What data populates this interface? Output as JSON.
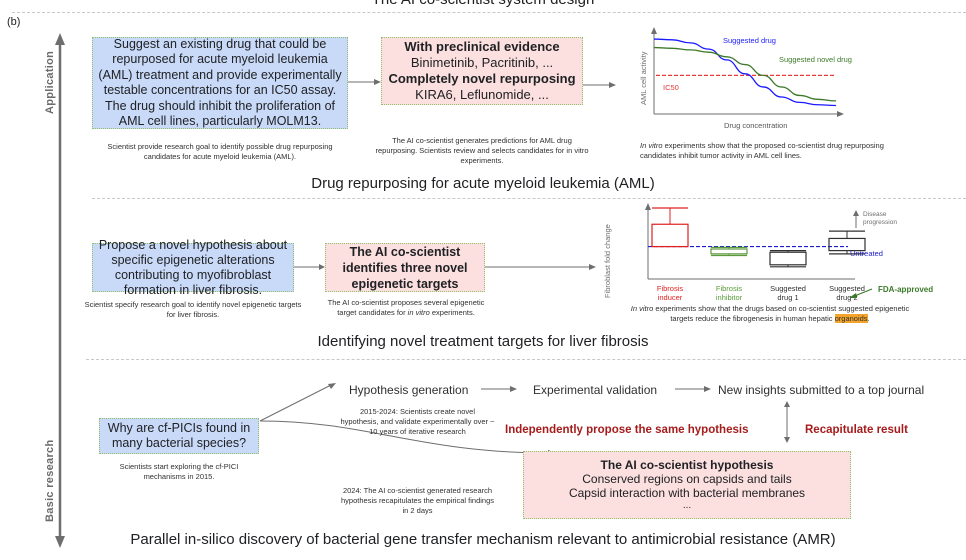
{
  "figure": {
    "top_title": "The AI co-scientist system design",
    "panel_label": "(b)",
    "axis": {
      "top_label": "Application",
      "bottom_label": "Basic research"
    }
  },
  "aml": {
    "goal_box": "Suggest an existing drug that could be repurposed for acute myeloid leukemia (AML) treatment and provide experimentally testable concentrations for an IC50 assay. The drug should inhibit the proliferation of AML cell lines, particularly MOLM13.",
    "goal_caption": "Scientist provide research goal to identify possible drug repurposing candidates for acute myeloid leukemia (AML).",
    "prediction_box": {
      "heading1": "With preclinical evidence",
      "line1": "Binimetinib, Pacritinib, ...",
      "heading2": "Completely novel repurposing",
      "line2": "KIRA6, Leflunomide, ..."
    },
    "prediction_caption": "The AI co-scientist generates predictions for AML drug repurposing. Scientists review and selects candidates for in vitro experiments.",
    "result_caption_italic": "In vitro",
    "result_caption_rest": " experiments show that the proposed co-scientist drug repurposing candidates inhibit tumor activity in AML cell lines.",
    "section_title": "Drug repurposing for acute myeloid leukemia (AML)"
  },
  "fibrosis": {
    "goal_box": "Propose a novel hypothesis about specific epigenetic alterations contributing to myofibroblast formation in liver fibrosis.",
    "goal_caption": "Scientist specify research goal to identify novel epigenetic targets for liver fibrosis.",
    "target_box": "The AI co-scientist identifies three novel epigenetic targets",
    "target_caption_pre": "The AI co-scientist proposes several epigenetic target candidates for ",
    "target_caption_italic": "in vitro",
    "target_caption_post": " experiments.",
    "result_caption_italic": "In vitro",
    "result_caption_mid": " experiments show that the drugs based on co-scientist suggested epigenetic targets reduce the fibrogenesis in human hepatic ",
    "result_caption_highlight": "organoids",
    "result_caption_end": ".",
    "section_title": "Identifying novel treatment targets for liver fibrosis"
  },
  "amr": {
    "question_box": "Why are cf-PICIs found in many bacterial species?",
    "question_caption": "Scientists start exploring the cf-PICI mechanisms in 2015.",
    "flow": [
      "Hypothesis generation",
      "Experimental validation",
      "New insights submitted to a top journal"
    ],
    "human_caption": "2015-2024: Scientists create novel hypothesis, and validate experimentally over ~ 10 years of iterative research",
    "ai_caption": "2024: The AI co-scientist generated research  hypothesis recapitulates the empirical findings in 2 days",
    "red_left": "Independently propose the same hypothesis",
    "red_right": "Recapitulate result",
    "hypothesis_box": {
      "heading": "The AI co-scientist hypothesis",
      "line1": "Conserved regions on capsids and tails",
      "line2": "Capsid interaction with bacterial membranes",
      "line3": "..."
    },
    "section_title": "Parallel in-silico discovery of bacterial gene transfer mechanism relevant to antimicrobial resistance (AMR)"
  },
  "chart_data": [
    {
      "type": "line",
      "title": "",
      "xlabel": "Drug concentration",
      "ylabel": "AML cell activity",
      "x": [
        0,
        0.1,
        0.2,
        0.3,
        0.4,
        0.5,
        0.6,
        0.7,
        0.8,
        0.9,
        1.0
      ],
      "series": [
        {
          "name": "Suggested drug",
          "color": "#1a1aff",
          "values": [
            0.97,
            0.96,
            0.92,
            0.84,
            0.7,
            0.52,
            0.35,
            0.22,
            0.15,
            0.12,
            0.11
          ]
        },
        {
          "name": "Suggested novel drug",
          "color": "#3c7a2a",
          "values": [
            0.86,
            0.85,
            0.83,
            0.8,
            0.74,
            0.64,
            0.5,
            0.35,
            0.24,
            0.19,
            0.17
          ]
        }
      ],
      "reference_lines": [
        {
          "name": "IC50",
          "value": 0.5,
          "color": "#e83a3a"
        }
      ],
      "ylim": [
        0,
        1.1
      ],
      "xlim": [
        0,
        1
      ],
      "grid": false,
      "legend": "inline"
    },
    {
      "type": "box",
      "title": "",
      "xlabel": "",
      "ylabel": "Fibroblast fold change",
      "categories": [
        "Fibrosis inducer",
        "Fibrosis inhibitor",
        "Suggested drug 1",
        "Suggested drug 2"
      ],
      "category_lines": [
        [
          "Fibrosis",
          "inducer"
        ],
        [
          "Fibrosis",
          "inhibitor"
        ],
        [
          "Suggested",
          "drug 1"
        ],
        [
          "Suggested",
          "drug 2"
        ]
      ],
      "category_colors": [
        "#e02020",
        "#5a9a3a",
        "#303030",
        "#303030"
      ],
      "boxes": [
        {
          "min": 1.0,
          "q1": 1.0,
          "median": 1.0,
          "q3": 1.55,
          "max": 1.95
        },
        {
          "min": 0.78,
          "q1": 0.82,
          "median": 0.86,
          "q3": 0.94,
          "max": 0.98
        },
        {
          "min": 0.5,
          "q1": 0.55,
          "median": 0.84,
          "q3": 0.86,
          "max": 0.9
        },
        {
          "min": 0.82,
          "q1": 0.9,
          "median": 0.98,
          "q3": 1.2,
          "max": 1.38
        }
      ],
      "reference_lines": [
        {
          "name": "Untreated",
          "value": 1.0,
          "color": "#1a1acc"
        }
      ],
      "annotations": {
        "disease_progression": [
          "Disease",
          "progression"
        ],
        "fda_approved": "FDA-approved"
      },
      "ylim": [
        0.2,
        2.0
      ],
      "grid": false
    }
  ]
}
